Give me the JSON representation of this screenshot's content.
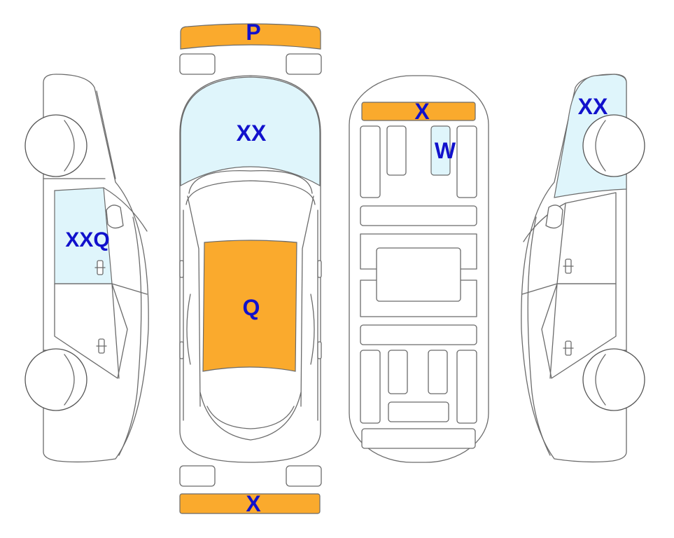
{
  "colors": {
    "damage_fill": "#FAAA2D",
    "glass_fill": "#DFF5FB",
    "outline": "#6b6b6b",
    "label": "#1111CC"
  },
  "labels": {
    "front_bumper": "P",
    "windshield": "XX",
    "roof": "Q",
    "rear_bumper": "X",
    "underbody_front": "X",
    "underbody_part": "W",
    "left_front_window": "XXQ",
    "right_rear_window": "XX"
  }
}
